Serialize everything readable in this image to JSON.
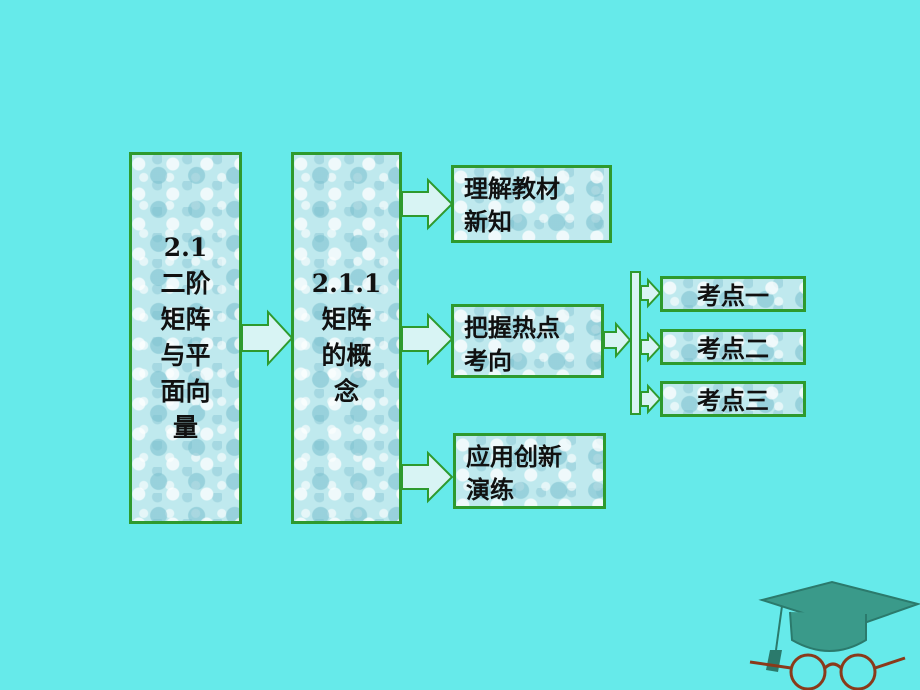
{
  "diagram": {
    "chapter": {
      "label": "2.1\n二阶\n矩阵\n与平\n面向\n量"
    },
    "section": {
      "label": "2.1.1\n矩阵\n的概\n念"
    },
    "branches": [
      {
        "label": "理解教材\n新知"
      },
      {
        "label": "把握热点\n考向"
      },
      {
        "label": "应用创新\n演练"
      }
    ],
    "points": [
      {
        "label": "考点一"
      },
      {
        "label": "考点二"
      },
      {
        "label": "考点三"
      }
    ]
  },
  "colors": {
    "background": "#66eaea",
    "border": "#2e9a2e",
    "box_fill": "#bfe9ee",
    "arrow_fill": "#d8f4f4"
  },
  "icons": [
    "arrow-right-icon",
    "graduation-cap-icon",
    "glasses-icon"
  ]
}
